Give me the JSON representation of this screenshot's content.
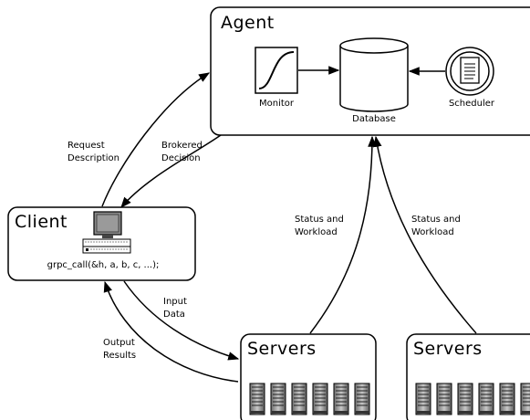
{
  "agent": {
    "title": "Agent",
    "monitor_label": "Monitor",
    "database_label": "Database",
    "scheduler_label": "Scheduler"
  },
  "client": {
    "title": "Client",
    "code": "grpc_call(&h, a, b, c, ...);"
  },
  "servers": [
    {
      "title": "Servers"
    },
    {
      "title": "Servers"
    }
  ],
  "arrows": {
    "request_line1": "Request",
    "request_line2": "Description",
    "brokered_line1": "Brokered",
    "brokered_line2": "Decision",
    "status1_line1": "Status and",
    "status1_line2": "Workload",
    "status2_line1": "Status and",
    "status2_line2": "Workload",
    "input_line1": "Input",
    "input_line2": "Data",
    "output_line1": "Output",
    "output_line2": "Results"
  }
}
